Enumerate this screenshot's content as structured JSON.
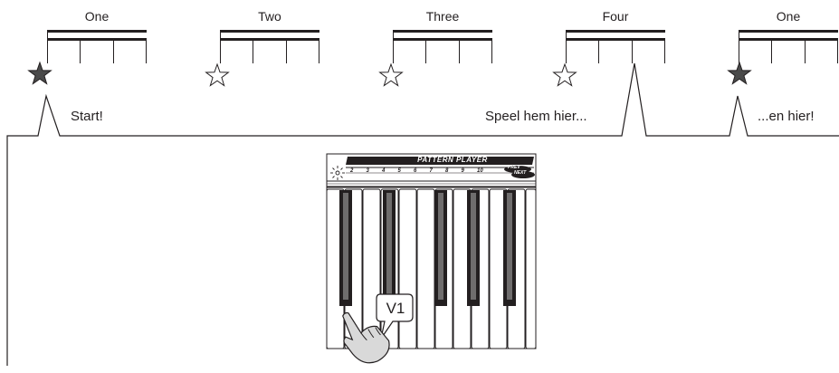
{
  "measures": [
    {
      "label": "One",
      "star": "filled"
    },
    {
      "label": "Two",
      "star": "outline"
    },
    {
      "label": "Three",
      "star": "outline"
    },
    {
      "label": "Four",
      "star": "outline"
    },
    {
      "label": "One",
      "star": "filled"
    }
  ],
  "callouts": {
    "start": "Start!",
    "play_here": "Speel hem hier...",
    "and_here": "...en hier!"
  },
  "device": {
    "title": "PATTERN PLAYER",
    "numbers": [
      "2",
      "3",
      "4",
      "5",
      "6",
      "7",
      "8",
      "9",
      "10"
    ],
    "prev_label": "PREV",
    "next_label": "NEXT",
    "pressed_key_label": "V1"
  },
  "colors": {
    "ink": "#231f20",
    "star_filled": "#4a4a4a",
    "hand_fill": "#d9d9d9"
  },
  "icons": {
    "filled_star": "star-filled-icon",
    "outline_star": "star-outline-icon",
    "hand": "pointing-hand-icon",
    "light": "light-burst-icon"
  }
}
